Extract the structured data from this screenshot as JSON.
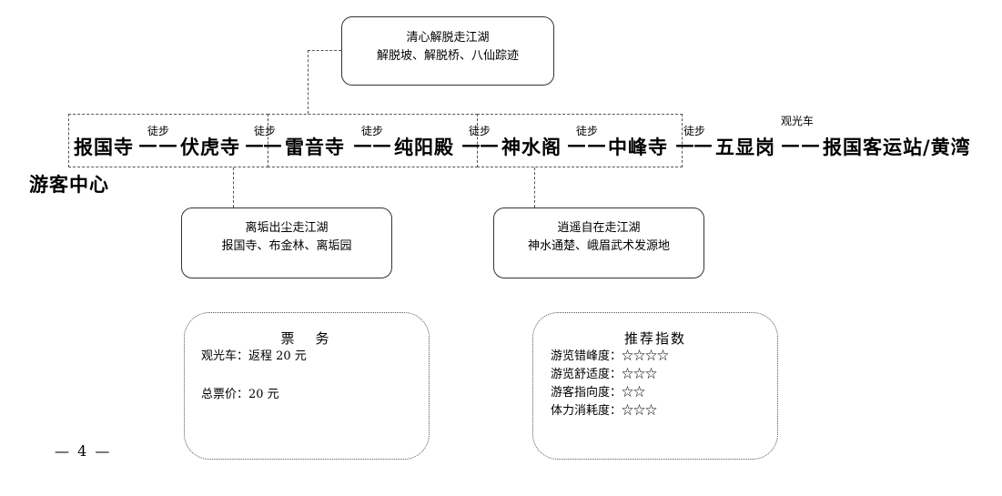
{
  "top_box": {
    "title": "清心解脱走江湖",
    "sites": "解脱坡、解脱桥、八仙踪迹"
  },
  "route": {
    "stops": [
      "报国寺",
      "伏虎寺",
      "雷音寺",
      "纯阳殿",
      "神水阁",
      "中峰寺",
      "五显岗",
      "报国客运站/黄湾"
    ],
    "modes": [
      "徒步",
      "徒步",
      "徒步",
      "徒步",
      "徒步",
      "徒步",
      "观光车"
    ],
    "dash": "—",
    "continuation": "游客中心"
  },
  "left_box": {
    "title": "离垢出尘走江湖",
    "sites": "报国寺、布金林、离垢园"
  },
  "right_box": {
    "title": "逍遥自在走江湖",
    "sites": "神水通楚、峨眉武术发源地"
  },
  "tickets": {
    "title": "票　务",
    "line1": "观光车：返程 20 元",
    "line2": "总票价：20 元"
  },
  "recommend": {
    "title": "推荐指数",
    "rows": [
      {
        "label": "游览错峰度：",
        "stars": "☆☆☆☆"
      },
      {
        "label": "游览舒适度：",
        "stars": "☆☆☆"
      },
      {
        "label": "游客指向度：",
        "stars": "☆☆"
      },
      {
        "label": "体力消耗度：",
        "stars": "☆☆☆"
      }
    ]
  },
  "page_number": "— 4 —"
}
